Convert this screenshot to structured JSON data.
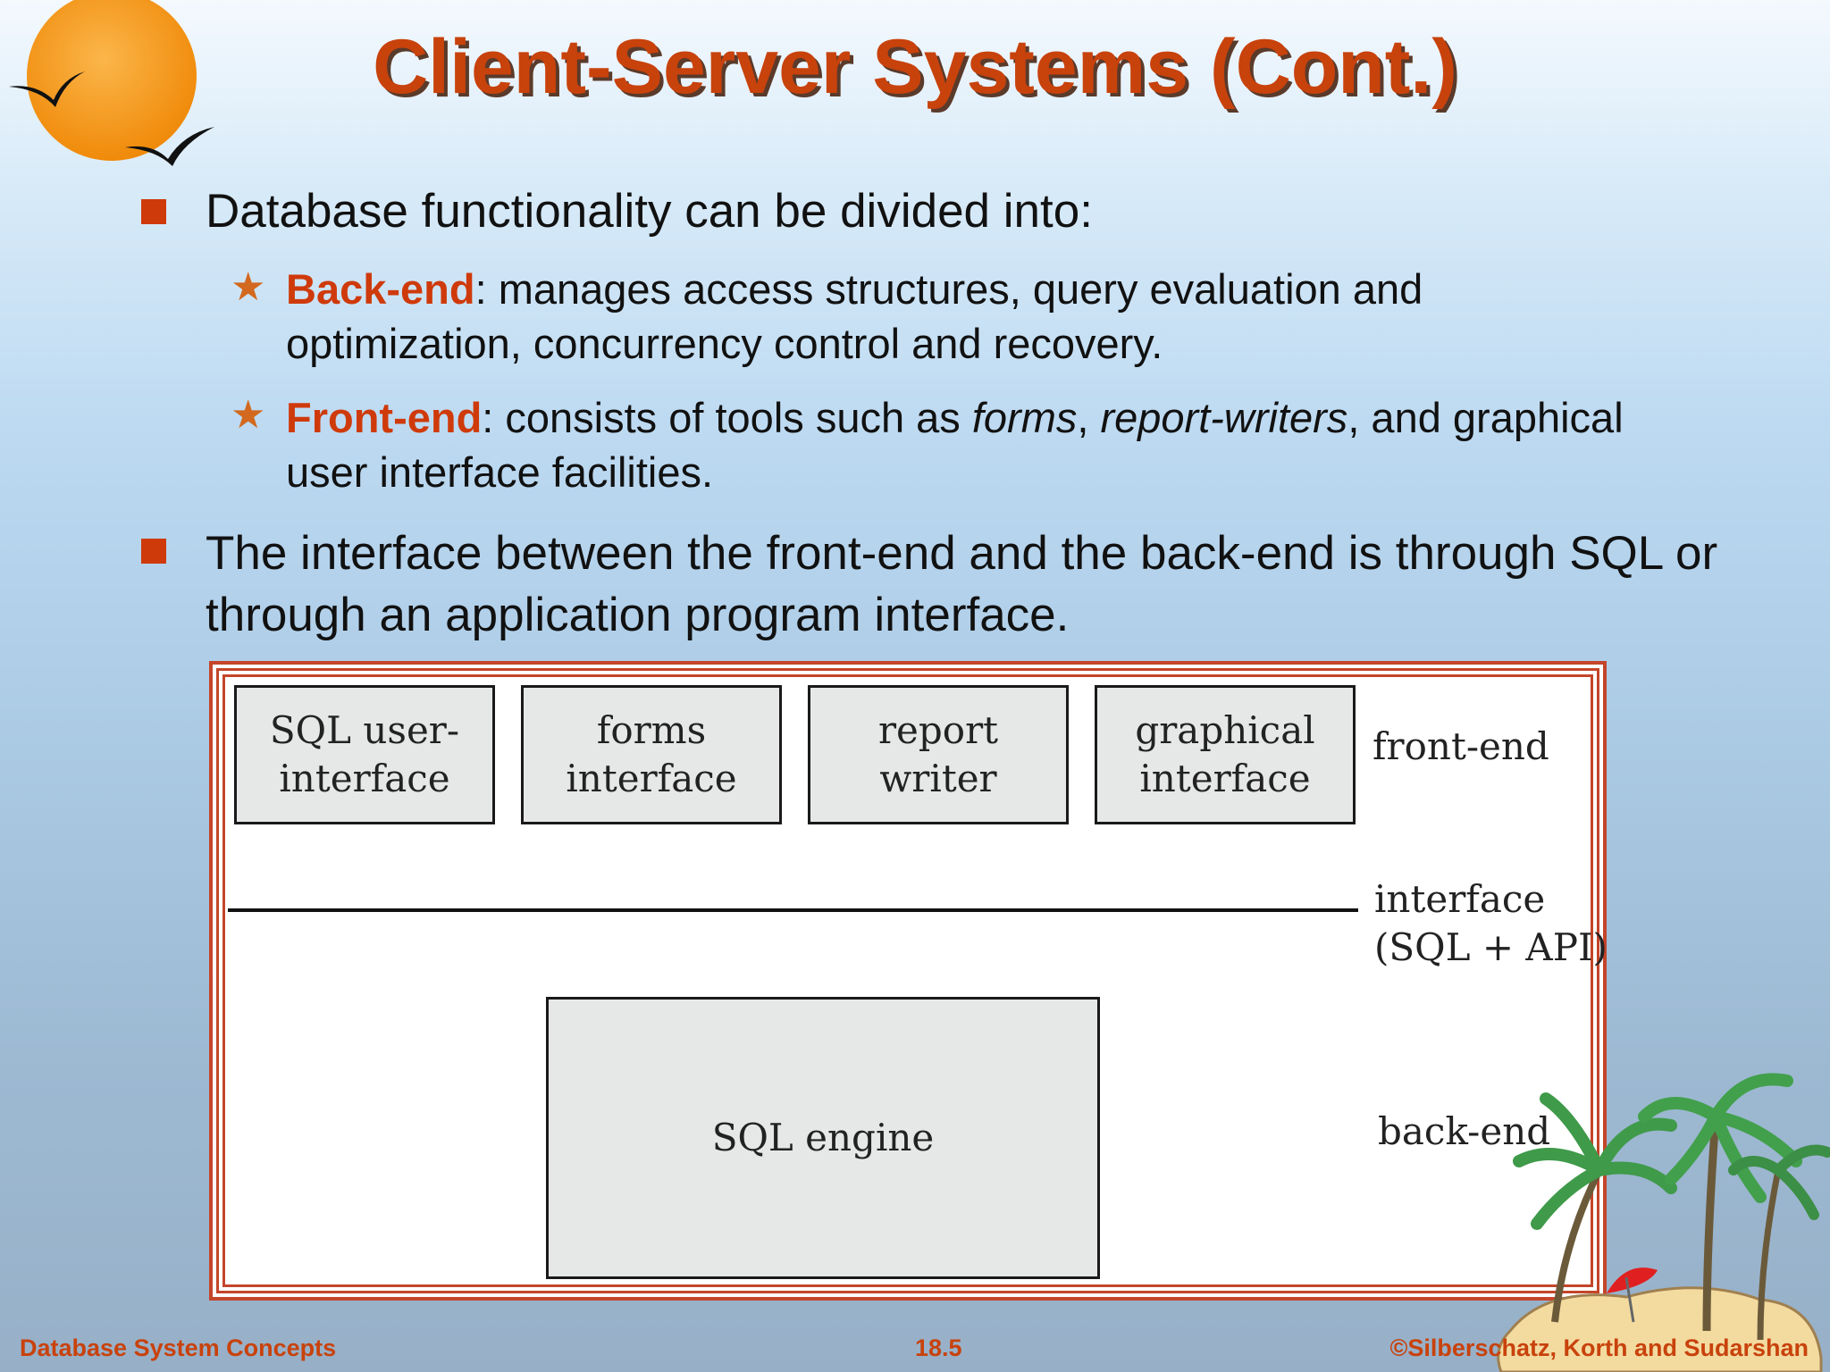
{
  "slide": {
    "title": "Client-Server Systems (Cont.)",
    "bullets": [
      {
        "text": "Database functionality can be divided into:",
        "sub": [
          {
            "term": "Back-end",
            "rest": ": manages access structures, query evaluation and optimization, concurrency control and recovery."
          },
          {
            "term": "Front-end",
            "rest_a": ": consists of tools such as ",
            "forms": "forms",
            "comma": ", ",
            "report_writers": "report-writers",
            "rest_b": ", and graphical user interface facilities."
          }
        ]
      },
      {
        "text": "The interface between the front-end and the back-end is through SQL or through an application program interface."
      }
    ]
  },
  "figure": {
    "boxes": [
      "SQL user-\ninterface",
      "forms\ninterface",
      "report\nwriter",
      "graphical\ninterface",
      "SQL engine"
    ],
    "labels": {
      "front_end": "front-end",
      "interface": "interface\n(SQL + API)",
      "back_end": "back-end"
    }
  },
  "footer": {
    "left": "Database System Concepts",
    "center": "18.5",
    "right": "©Silberschatz, Korth and Sudarshan"
  },
  "colors": {
    "accent": "#c8420c",
    "bullet_square": "#cf3a0b",
    "star": "#d2691e",
    "frame": "#c4452a",
    "box_fill": "#e6e7e7"
  },
  "icons": {
    "logo": "sun-with-birds-logo",
    "decoration": "palm-tree-island"
  }
}
